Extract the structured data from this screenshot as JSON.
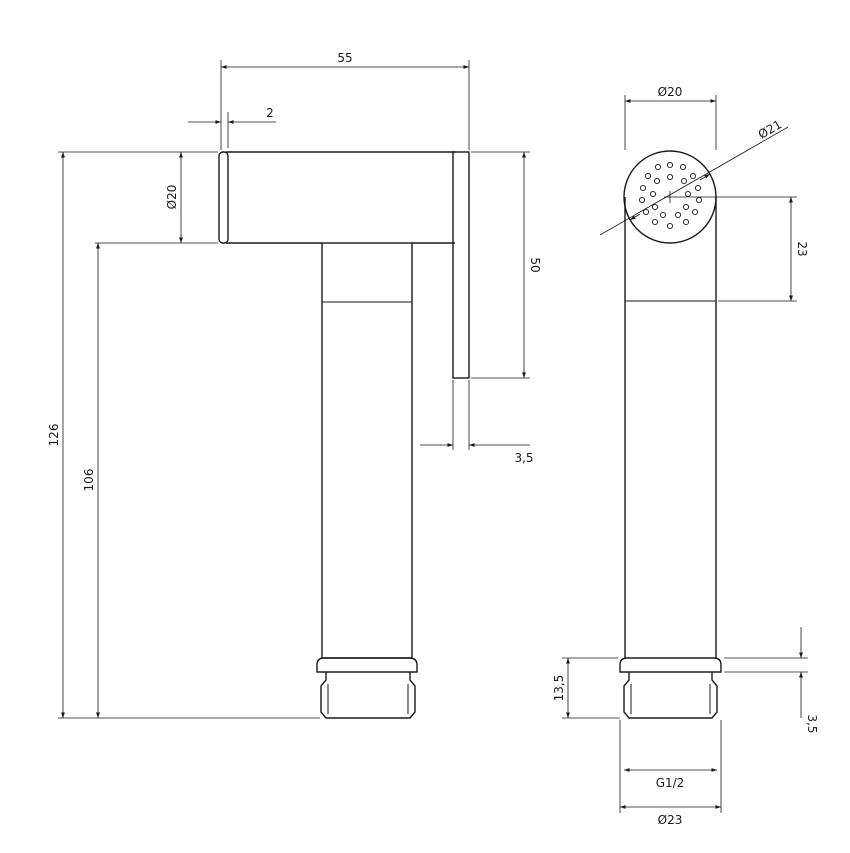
{
  "drawing": {
    "side_view": {
      "dim_total_length": "55",
      "dim_end_cap": "2",
      "dim_spout_diameter": "Ø20",
      "dim_handle_height": "50",
      "dim_handle_thickness": "3,5",
      "dim_total_height": "126",
      "dim_body_height": "106"
    },
    "front_view": {
      "dim_body_diameter": "Ø20",
      "dim_nozzle_diameter": "Ø21",
      "dim_nozzle_height": "23",
      "dim_thread_length": "13,5",
      "dim_nut_height": "3,5",
      "dim_thread": "G1/2",
      "dim_base_diameter": "Ø23"
    }
  }
}
